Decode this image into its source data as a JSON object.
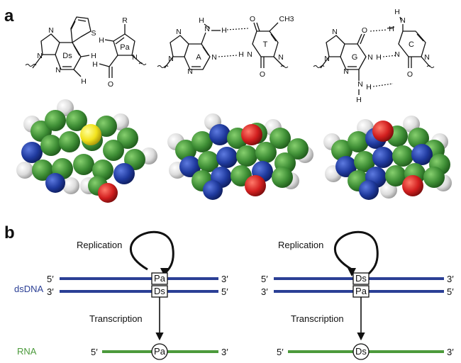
{
  "panels": {
    "a": "a",
    "b": "b"
  },
  "structures": {
    "ds": {
      "ring": "Ds",
      "atoms": {
        "n7": "N",
        "n9": "N",
        "n3": "N",
        "h1": "H",
        "h2": "H",
        "s": "S"
      }
    },
    "pa": {
      "ring": "Pa",
      "atoms": {
        "r": "R",
        "h": "H",
        "hald": "H",
        "o": "O",
        "n": "N"
      }
    },
    "a": {
      "ring": "A",
      "atoms": {
        "n7": "N",
        "n9": "N",
        "n3": "N",
        "n1": "N",
        "n6": "N",
        "h6a": "H",
        "h6b": "H"
      }
    },
    "t": {
      "ring": "T",
      "atoms": {
        "o4": "O",
        "n3": "N",
        "h3": "H",
        "o2": "O",
        "n1": "N",
        "me": "CH3"
      }
    },
    "g": {
      "ring": "G",
      "atoms": {
        "n7": "N",
        "n9": "N",
        "o6": "O",
        "n1": "N",
        "h1": "H",
        "n2": "N",
        "h2a": "H",
        "h2b": "H",
        "n3": "N"
      }
    },
    "c": {
      "ring": "C",
      "atoms": {
        "n4": "N",
        "h4a": "H",
        "h4b": "H",
        "n3": "N",
        "o2": "O",
        "n1": "N"
      }
    }
  },
  "panel_b": {
    "left": {
      "replication": "Replication",
      "transcription": "Transcription",
      "top_strand": {
        "left_end": "5′",
        "right_end": "3′",
        "base": "Pa"
      },
      "bottom_strand": {
        "left_end": "3′",
        "right_end": "5′",
        "base": "Ds"
      },
      "rna": {
        "left_end": "5′",
        "right_end": "3′",
        "base": "Pa"
      }
    },
    "right": {
      "replication": "Replication",
      "transcription": "Transcription",
      "top_strand": {
        "left_end": "5′",
        "right_end": "3′",
        "base": "Ds"
      },
      "bottom_strand": {
        "left_end": "3′",
        "right_end": "5′",
        "base": "Pa"
      },
      "rna": {
        "left_end": "5′",
        "right_end": "3′",
        "base": "Ds"
      }
    },
    "dsdna_label": "dsDNA",
    "rna_label": "RNA"
  },
  "colors": {
    "dna_strand": "#2b3f95",
    "rna_strand": "#4c9a3c",
    "carbon": "#3f8f36",
    "nitrogen": "#1f3a9e",
    "oxygen": "#d21f1f",
    "hydrogen": "#d8d8d8",
    "sulfur": "#f2e21c"
  }
}
